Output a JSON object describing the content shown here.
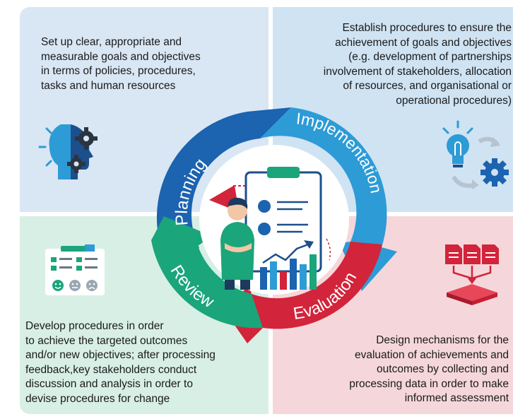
{
  "quadrants": {
    "planning": {
      "text": "Set up clear, appropriate and\nmeasurable goals and objectives\nin terms of policies, procedures,\ntasks and human resources"
    },
    "implementation": {
      "text": "Establish procedures to ensure the\nachievement of goals and objectives\n(e.g. development of partnerships\ninvolvement of stakeholders, allocation\nof resources, and organisational or\noperational procedures)"
    },
    "review": {
      "text": "Develop procedures in order\nto achieve the targeted outcomes\nand/or new objectives; after processing\nfeedback,key stakeholders conduct\ndiscussion and analysis in order to\ndevise procedures for change"
    },
    "evaluation": {
      "text": "Design mechanisms for the\nevaluation of achievements and\noutcomes by collecting and\nprocessing data in order to make\ninformed assessment"
    }
  },
  "cycle": {
    "planning": "Planning",
    "implementation": "Implementation",
    "evaluation": "Evaluation",
    "review": "Review"
  },
  "colors": {
    "planning": "#1c63b0",
    "implementation": "#2d9bd6",
    "evaluation": "#d2243a",
    "review": "#1aa57a",
    "planning_bg": "#d9e6f4",
    "implementation_bg": "#cfe3f3",
    "review_bg": "#d8efe6",
    "evaluation_bg": "#f5d7db"
  },
  "icons": {
    "planning": "head-gears-icon",
    "implementation": "lightbulb-gear-icon",
    "review": "checklist-feedback-icon",
    "evaluation": "data-collection-icon",
    "center": "person-clipboard-chart-icon"
  }
}
